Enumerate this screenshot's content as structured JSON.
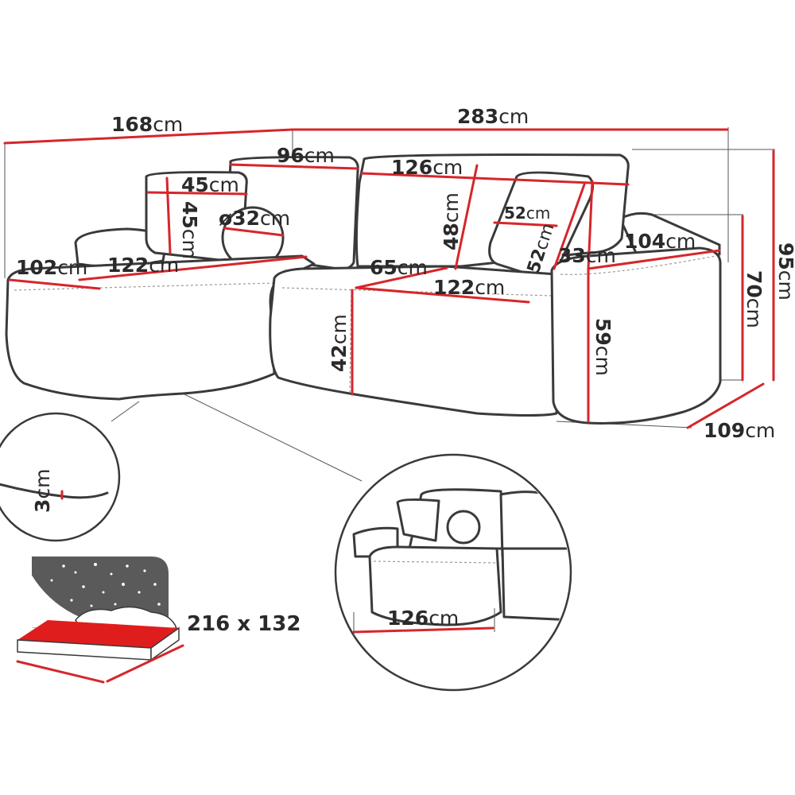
{
  "dimensions": {
    "left_width": {
      "value": "168",
      "unit": "cm"
    },
    "total_width": {
      "value": "283",
      "unit": "cm"
    },
    "back_cushion_left": {
      "value": "96",
      "unit": "cm"
    },
    "back_cushion_right": {
      "value": "126",
      "unit": "cm"
    },
    "small_pillow_width": {
      "value": "45",
      "unit": "cm"
    },
    "small_pillow_height": {
      "value": "45",
      "unit": "cm"
    },
    "round_pillow": {
      "value": "ø32",
      "unit": "cm"
    },
    "back_height": {
      "value": "48",
      "unit": "cm"
    },
    "square_pillow_width": {
      "value": "52",
      "unit": "cm"
    },
    "square_pillow_height": {
      "value": "52",
      "unit": "cm"
    },
    "armrest_width": {
      "value": "33",
      "unit": "cm"
    },
    "armrest_depth": {
      "value": "104",
      "unit": "cm"
    },
    "total_height": {
      "value": "95",
      "unit": "cm"
    },
    "armrest_height": {
      "value": "70",
      "unit": "cm"
    },
    "chaise_depth": {
      "value": "102",
      "unit": "cm"
    },
    "chaise_length": {
      "value": "122",
      "unit": "cm"
    },
    "seat_depth": {
      "value": "65",
      "unit": "cm"
    },
    "seat_width": {
      "value": "122",
      "unit": "cm"
    },
    "seat_height": {
      "value": "42",
      "unit": "cm"
    },
    "side_height": {
      "value": "59",
      "unit": "cm"
    },
    "total_depth": {
      "value": "109",
      "unit": "cm"
    },
    "leg_height": {
      "value": "3",
      "unit": "cm"
    },
    "detail_width": {
      "value": "126",
      "unit": "cm"
    }
  },
  "sleeping_area": "216 x 132",
  "colors": {
    "dimension_line": "#d6262b",
    "outline": "#3a3a3a",
    "night_sky": "#5a5a5a",
    "bed_mattress": "#e01d1d"
  },
  "icons": [
    "bed-night-icon"
  ]
}
